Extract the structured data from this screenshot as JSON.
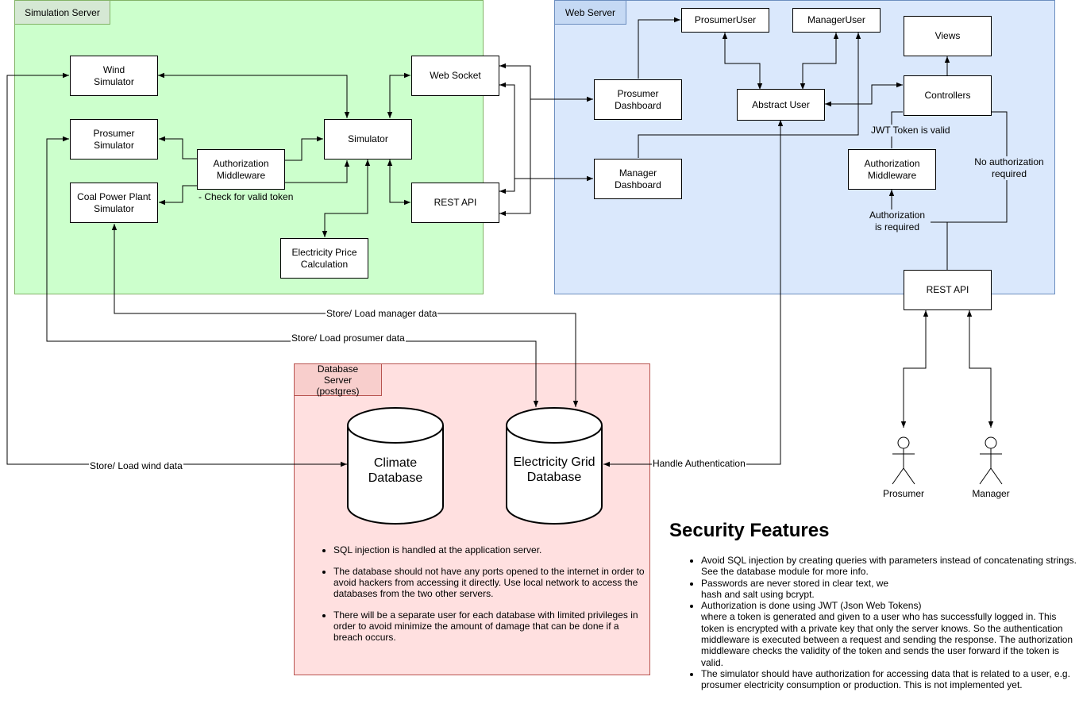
{
  "regions": {
    "simulation": {
      "title": "Simulation Server",
      "fill": "#ccffcc",
      "stroke": "#82b366"
    },
    "web": {
      "title": "Web Server",
      "fill": "#dae8fc",
      "stroke": "#6c8ebf"
    },
    "database": {
      "title": "Database Server\n(postgres)",
      "fill": "#ffe0e0",
      "stroke": "#b85450"
    }
  },
  "nodes": {
    "wind_simulator": "Wind\nSimulator",
    "prosumer_simulator": "Prosumer\nSimulator",
    "coal_simulator": "Coal Power Plant\nSimulator",
    "auth_middleware_sim": "Authorization\nMiddleware",
    "simulator": "Simulator",
    "web_socket": "Web Socket",
    "rest_api_sim": "REST API",
    "electricity_price": "Electricity Price\nCalculation",
    "prosumer_dashboard": "Prosumer\nDashboard",
    "manager_dashboard": "Manager\nDashboard",
    "prosumer_user": "ProsumerUser",
    "manager_user": "ManagerUser",
    "abstract_user": "Abstract User",
    "views": "Views",
    "controllers": "Controllers",
    "auth_middleware_web": "Authorization\nMiddleware",
    "rest_api_web": "REST API"
  },
  "edge_labels": {
    "check_token": "- Check for valid token",
    "store_manager": "Store/ Load manager data",
    "store_prosumer": "Store/ Load prosumer data",
    "store_wind": "Store/ Load wind data",
    "handle_auth": "Handle Authentication",
    "jwt_valid": "JWT Token is valid",
    "no_auth": "No authorization\nrequired",
    "auth_required": "Authorization\nis required"
  },
  "databases": {
    "climate": "Climate\nDatabase",
    "grid": "Electricity Grid\nDatabase"
  },
  "actors": {
    "prosumer": "Prosumer",
    "manager": "Manager"
  },
  "db_notes": [
    "SQL injection is handled at the application server.",
    "The database should not have any ports opened to the internet in order to avoid hackers from accessing it directly. Use local network to access the databases from the two other servers.",
    "There will be a separate user for each database with limited privileges in order to avoid minimize the amount of damage that can be done if a breach occurs."
  ],
  "security": {
    "title": "Security Features",
    "items": [
      "Avoid SQL injection by creating queries with parameters instead of concatenating strings.\nSee the database module for more info.",
      "Passwords are never stored in clear text, we\nhash and salt using bcrypt.",
      "Authorization is done using JWT (Json Web Tokens)\nwhere a token is generated and given to a user who has successfully logged in. This token is encrypted with a private key that only the server knows. So the authentication middleware is executed between a request and sending the response. The authorization middleware checks the validity of the token and sends the user forward if the token is valid.",
      "The simulator should have authorization for accessing data that is related to a user, e.g. prosumer electricity consumption or production. This is not implemented yet."
    ]
  }
}
